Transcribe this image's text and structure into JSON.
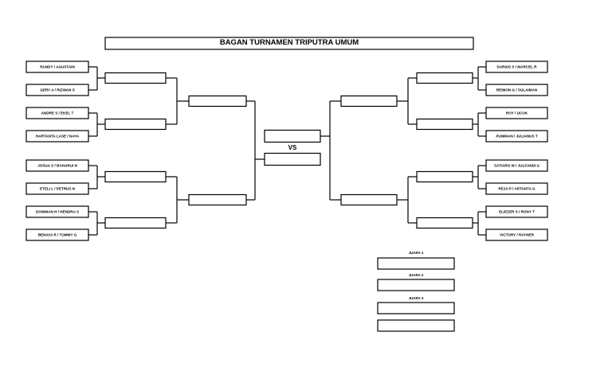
{
  "title": "BAGAN TURNAMEN TRIPUTRA UMUM",
  "vs_label": "VS",
  "left_teams": [
    "RANDY / AGUSTAIN",
    "GERY A / RIZWAN S",
    "ANDRE S / EKEL T",
    "HARTANTA LASE / NAYA",
    "JOSUA S / BAHARUI N",
    "ETELI L / PETRUS N",
    "DONIMAN H / HENDRA S",
    "BENAYA R / TOMMY G"
  ],
  "right_teams": [
    "DARIUS S / MARCEL R",
    "REIMON G / SULAIMAN",
    "ROY / UCOK",
    "PUNIMAN / JULIANUS T",
    "SATIARO W / JULFANDI G",
    "REJA P / ARTANTA G",
    "ELIEZER S / RONY T",
    "VICTORY / RAYNER"
  ],
  "winners": {
    "round2_left": [
      "",
      "",
      "",
      ""
    ],
    "round2_right": [
      "",
      "",
      "",
      ""
    ],
    "semi_left": [
      "",
      ""
    ],
    "semi_right": [
      "",
      ""
    ],
    "final": [
      "",
      ""
    ]
  },
  "podium": [
    {
      "label": "JUARA 1",
      "name": ""
    },
    {
      "label": "JUARA 2",
      "name": ""
    },
    {
      "label": "JUARA 3",
      "name": ""
    },
    {
      "label": "",
      "name": ""
    }
  ]
}
